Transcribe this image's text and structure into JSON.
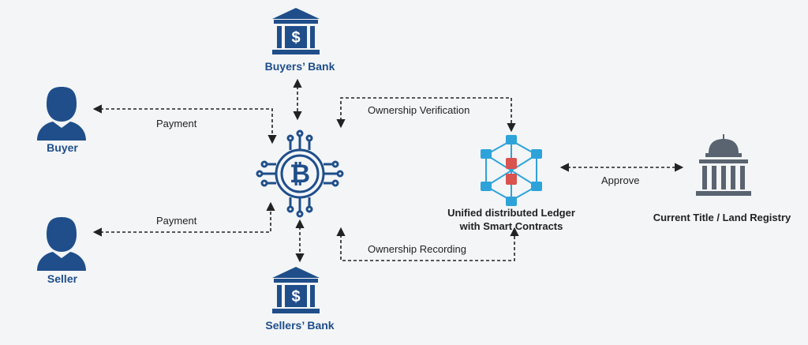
{
  "nodes": {
    "buyers_bank": "Buyers’ Bank",
    "sellers_bank": "Sellers’ Bank",
    "buyer": "Buyer",
    "seller": "Seller",
    "ledger_line1": "Unified distributed Ledger",
    "ledger_line2": "with Smart Contracts",
    "registry": "Current Title / Land Registry"
  },
  "edges": {
    "payment_buyer": "Payment",
    "payment_seller": "Payment",
    "ownership_verification": "Ownership Verification",
    "ownership_recording": "Ownership Recording",
    "approve": "Approve"
  },
  "colors": {
    "primary_blue": "#1f4e8a",
    "ledger_cyan": "#2ea3d9",
    "ledger_red": "#d9534f",
    "registry_gray": "#5a6470",
    "arrow": "#222222"
  }
}
